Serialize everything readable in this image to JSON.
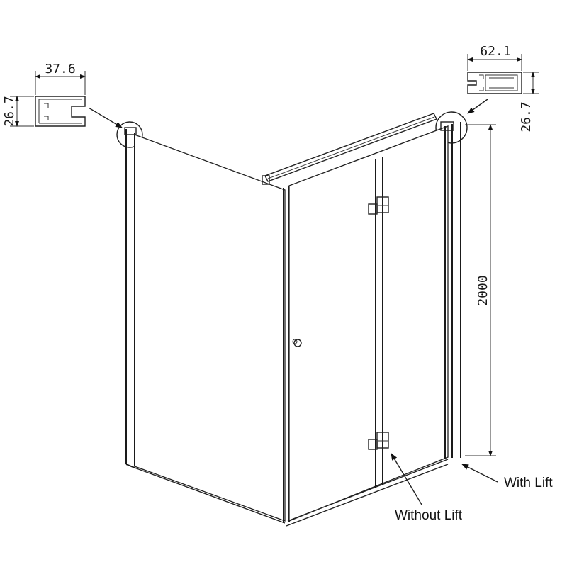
{
  "dimensions": {
    "left_profile_width": "37.6",
    "left_profile_height": "26.7",
    "right_profile_width": "62.1",
    "right_profile_height": "26.7",
    "total_height": "2000"
  },
  "callouts": {
    "with_lift": "With Lift",
    "without_lift": "Without Lift"
  },
  "colors": {
    "line": "#222222",
    "background": "#ffffff"
  }
}
